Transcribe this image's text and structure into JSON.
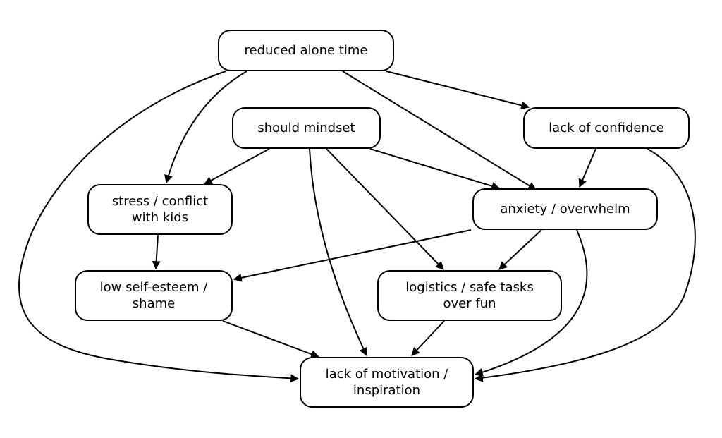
{
  "nodes": {
    "reduced_alone_time": "reduced alone time",
    "should_mindset": "should mindset",
    "lack_of_confidence": "lack of confidence",
    "stress_conflict": "stress / conflict\nwith kids",
    "anxiety_overwhelm": "anxiety / overwhelm",
    "low_self_esteem": "low self-esteem /\nshame",
    "logistics": "logistics / safe tasks\nover fun",
    "lack_of_motivation": "lack of motivation /\ninspiration"
  },
  "edges": [
    {
      "from": "reduced alone time",
      "to": "lack of confidence"
    },
    {
      "from": "reduced alone time",
      "to": "anxiety / overwhelm"
    },
    {
      "from": "reduced alone time",
      "to": "stress / conflict with kids"
    },
    {
      "from": "reduced alone time",
      "to": "lack of motivation / inspiration"
    },
    {
      "from": "should mindset",
      "to": "stress / conflict with kids"
    },
    {
      "from": "should mindset",
      "to": "anxiety / overwhelm"
    },
    {
      "from": "should mindset",
      "to": "logistics / safe tasks over fun"
    },
    {
      "from": "should mindset",
      "to": "lack of motivation / inspiration"
    },
    {
      "from": "lack of confidence",
      "to": "anxiety / overwhelm"
    },
    {
      "from": "lack of confidence",
      "to": "lack of motivation / inspiration"
    },
    {
      "from": "stress / conflict with kids",
      "to": "low self-esteem / shame"
    },
    {
      "from": "anxiety / overwhelm",
      "to": "low self-esteem / shame"
    },
    {
      "from": "anxiety / overwhelm",
      "to": "logistics / safe tasks over fun"
    },
    {
      "from": "anxiety / overwhelm",
      "to": "lack of motivation / inspiration"
    },
    {
      "from": "low self-esteem / shame",
      "to": "lack of motivation / inspiration"
    },
    {
      "from": "logistics / safe tasks over fun",
      "to": "lack of motivation / inspiration"
    }
  ]
}
